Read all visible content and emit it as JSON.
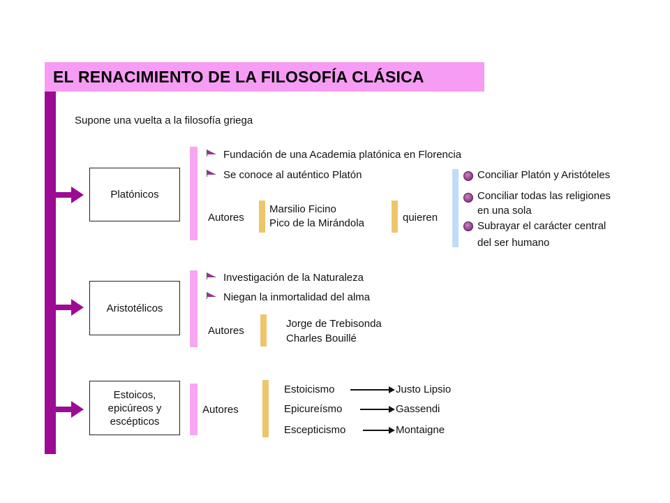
{
  "title": "EL RENACIMIENTO DE LA FILOSOFÍA CLÁSICA",
  "intro": "Supone una vuelta a la filosofía griega",
  "colors": {
    "title_bg": "#f79cf5",
    "spine": "#9c0b93",
    "pink_bar": "#f7a6f3",
    "gold_bar": "#eec66a",
    "blue_bar": "#c2dcf8",
    "bullet": "#8f3a89"
  },
  "icons": [
    "flag-bullet-icon",
    "circle-bullet-icon",
    "right-arrow-icon"
  ],
  "platonicos": {
    "label": "Platónicos",
    "points": [
      "Fundación de una Academia platónica en Florencia",
      "Se conoce al auténtico Platón"
    ],
    "authors_label": "Autores",
    "authors": [
      "Marsilio Ficino",
      "Pico de la Mirándola"
    ],
    "verb": "quieren",
    "goals": [
      "Conciliar Platón y Aristóteles",
      "Conciliar todas las religiones",
      "en una sola",
      "Subrayar el carácter central",
      "del ser humano"
    ]
  },
  "aristotelicos": {
    "label": "Aristotélicos",
    "points": [
      "Investigación de la Naturaleza",
      "Niegan la inmortalidad del alma"
    ],
    "authors_label": "Autores",
    "authors": [
      "Jorge de Trebisonda",
      "Charles Bouillé"
    ]
  },
  "estoicos": {
    "label_lines": [
      "Estoicos,",
      "epicúreos y",
      "escépticos"
    ],
    "authors_label": "Autores",
    "schools": [
      {
        "school": "Estoicismo",
        "author": "Justo Lipsio"
      },
      {
        "school": "Epicureísmo",
        "author": "Gassendi"
      },
      {
        "school": "Escepticismo",
        "author": "Montaigne"
      }
    ]
  }
}
